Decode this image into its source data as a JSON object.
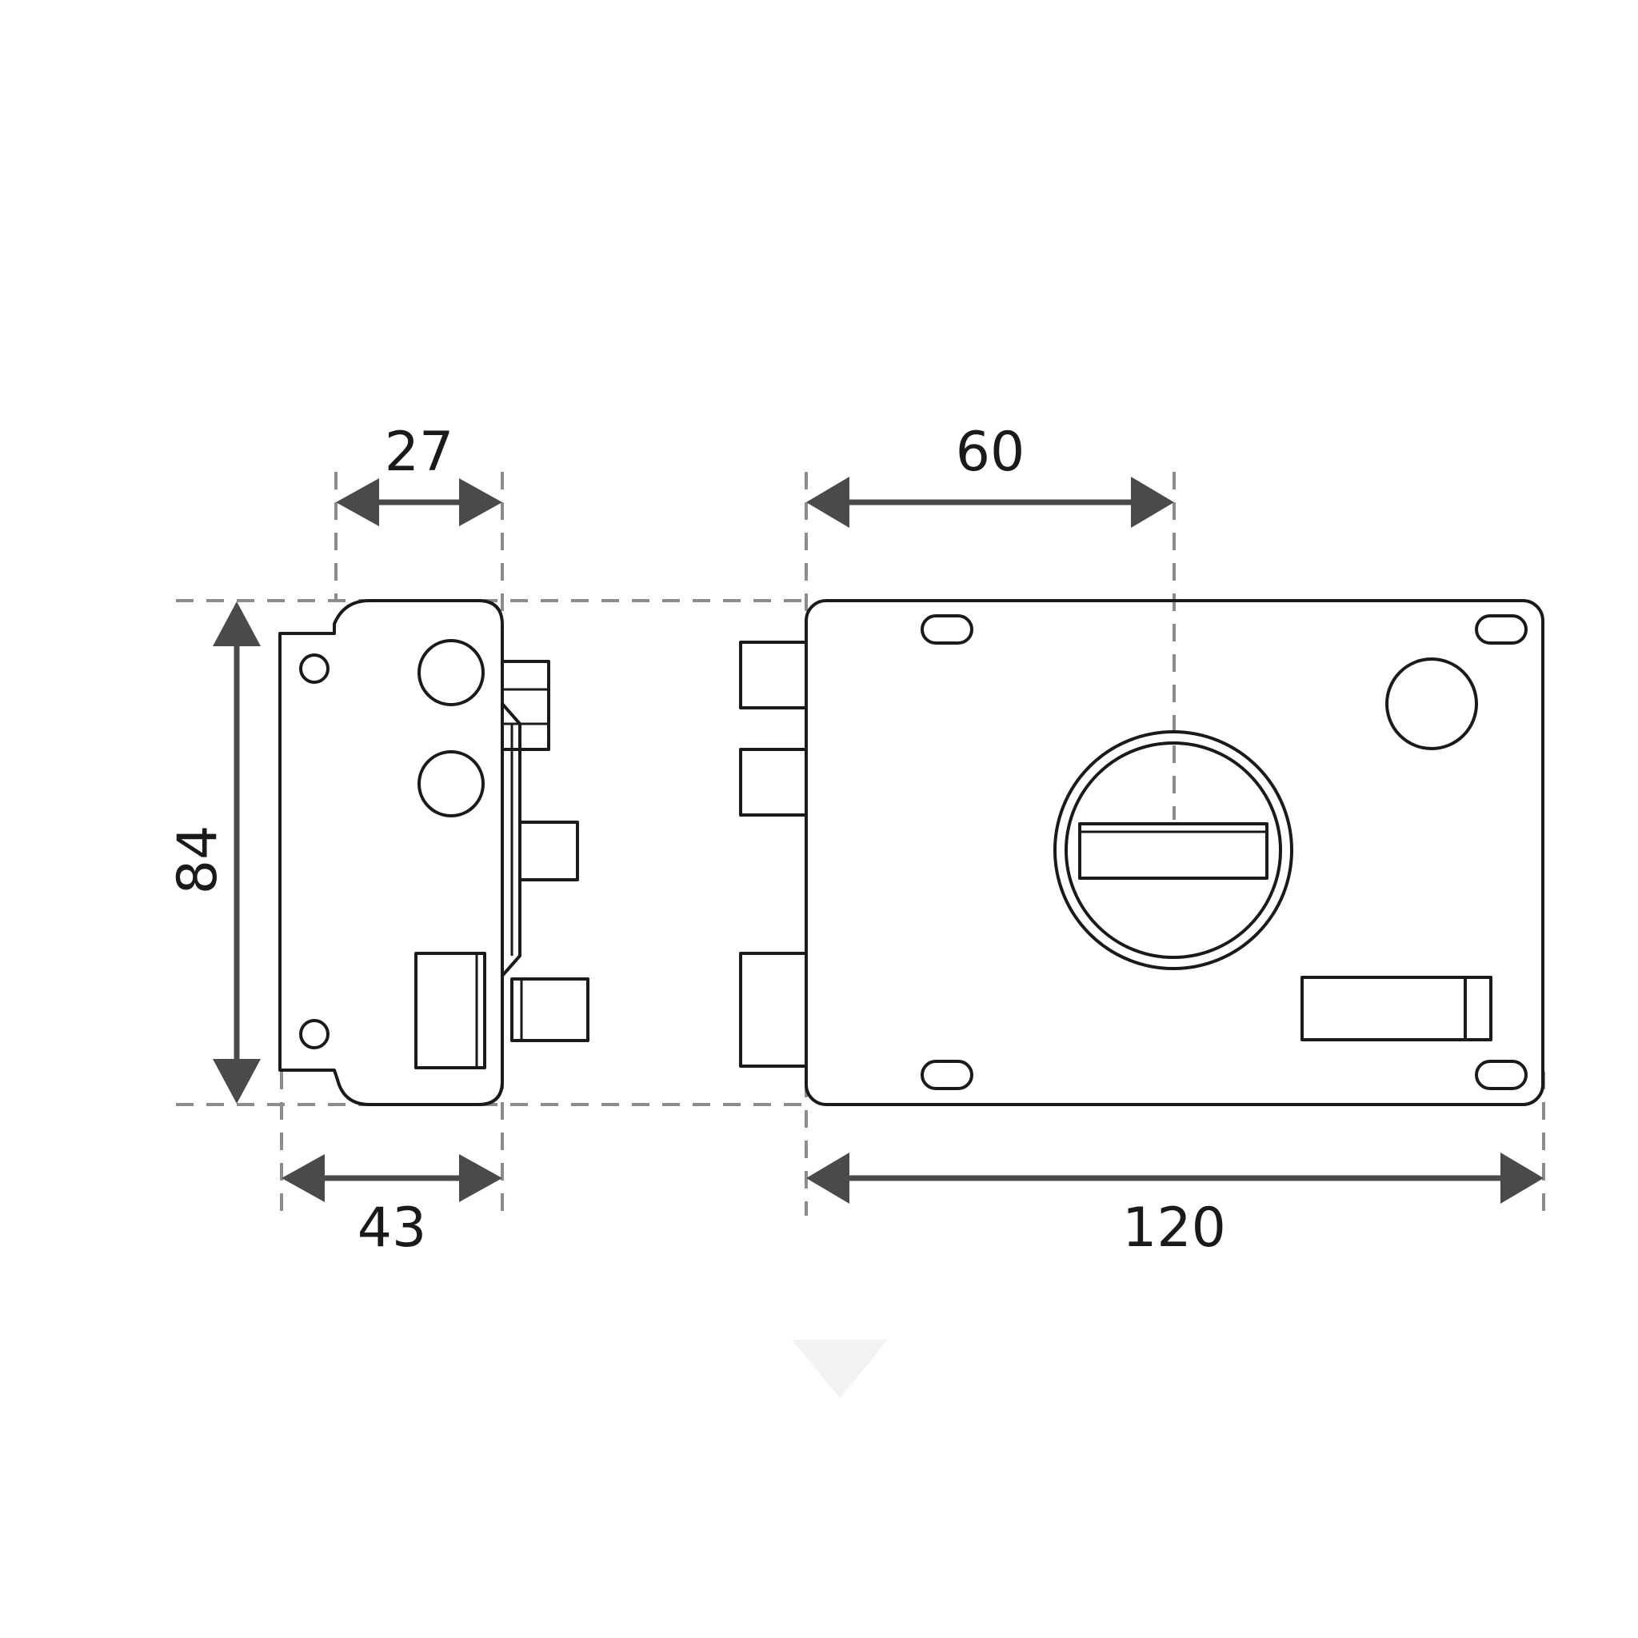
{
  "drawing": {
    "subject": "rim-lock",
    "views": [
      "side-view",
      "front-view"
    ]
  },
  "dimensions": {
    "side_inner_width": "27",
    "front_offset": "60",
    "height": "84",
    "side_depth": "43",
    "front_width": "120"
  },
  "colors": {
    "line": "#1a1a1a",
    "extension": "#8c8c8c",
    "dimension": "#4a4a4a",
    "background": "#ffffff"
  }
}
